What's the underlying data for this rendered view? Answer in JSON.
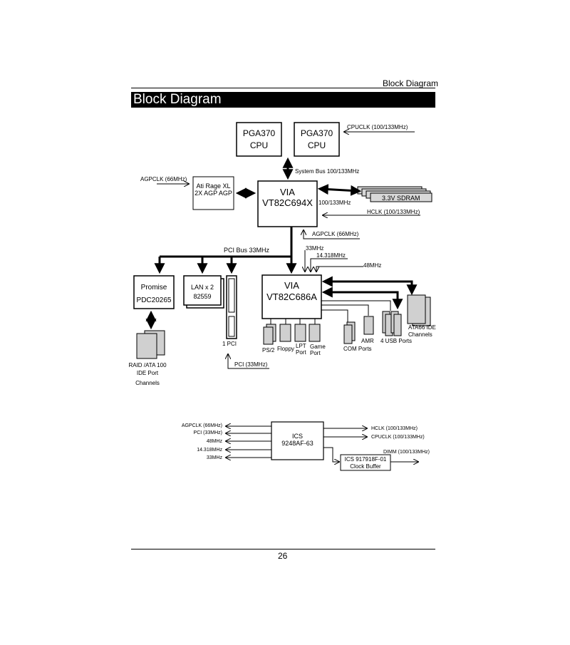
{
  "header": {
    "running_title": "Block Diagram",
    "section_title": "Block Diagram",
    "page_number": "26"
  },
  "blocks": {
    "cpu1": [
      "PGA370",
      "CPU"
    ],
    "cpu2": [
      "PGA370",
      "CPU"
    ],
    "ati": [
      "Ati Rage XL",
      "2X AGP AGP"
    ],
    "northbridge": [
      "VIA",
      "VT82C694X"
    ],
    "sdram": "3.3V SDRAM",
    "promise": [
      "Promise",
      "PDC20265"
    ],
    "lan": [
      "LAN x 2",
      "82559"
    ],
    "southbridge": [
      "VIA",
      "VT82C686A"
    ],
    "ics": [
      "ICS",
      "9248AF-63"
    ],
    "clockbuf": [
      "ICS 917918F-01",
      "Clock Buffer"
    ]
  },
  "labels": {
    "cpuclk": "CPUCLK (100/133MHz)",
    "system_bus": "System Bus 100/133MHz",
    "agpclk_left": "AGPCLK (66MHz)",
    "mem_freq": "100/133MHz",
    "hclk": "HCLK (100/133MHz)",
    "agpclk_nb": "AGPCLK (66MHz)",
    "pci_bus": "PCI Bus 33MHz",
    "f33": "33MHz",
    "f14": "14.318MHz",
    "f48": "48MHz",
    "raid": [
      "RAID /ATA 100",
      "IDE Port",
      "Channels"
    ],
    "pci_slot": "1 PCI",
    "pci_clk": "PCI (33MHz)",
    "ps2": "PS/2",
    "floppy": "Floppy",
    "lpt": [
      "LPT",
      "Port"
    ],
    "game": [
      "Game",
      "Port"
    ],
    "com": "COM Ports",
    "amr": "AMR",
    "usb": "4 USB Ports",
    "ata66": [
      "ATA66 IDE",
      "Channels"
    ]
  },
  "clock": {
    "left": [
      "AGPCLK (66MHz)",
      "PCI (33MHz)",
      "48MHz",
      "14.318MHz",
      "33MHz"
    ],
    "right_hclk": "HCLK (100/133MHz)",
    "right_cpuclk": "CPUCLK (100/133MHz)",
    "dimm": "DIMM (100/133MHz)"
  }
}
